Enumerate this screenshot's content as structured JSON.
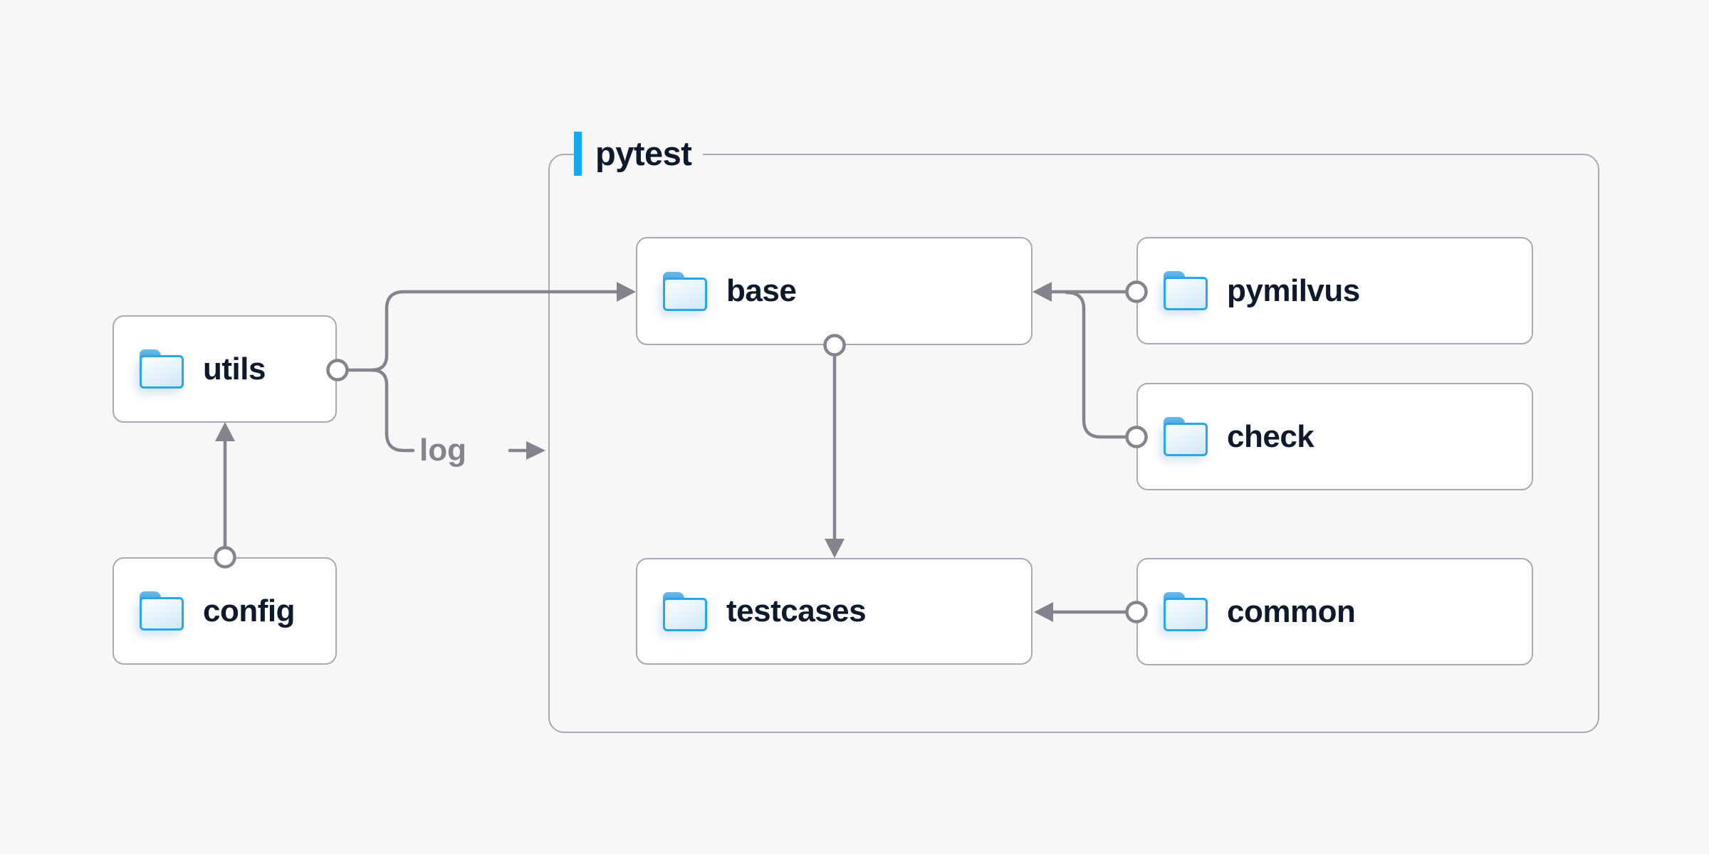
{
  "diagram": {
    "group": {
      "label": "pytest"
    },
    "nodes": [
      {
        "id": "utils",
        "label": "utils",
        "icon": "folder"
      },
      {
        "id": "config",
        "label": "config",
        "icon": "folder"
      },
      {
        "id": "base",
        "label": "base",
        "icon": "folder"
      },
      {
        "id": "pymilvus",
        "label": "pymilvus",
        "icon": "folder"
      },
      {
        "id": "check",
        "label": "check",
        "icon": "folder"
      },
      {
        "id": "testcases",
        "label": "testcases",
        "icon": "folder"
      },
      {
        "id": "common",
        "label": "common",
        "icon": "folder"
      }
    ],
    "edges": [
      {
        "from": "config",
        "to": "utils",
        "label": ""
      },
      {
        "from": "utils",
        "to": "base",
        "label": ""
      },
      {
        "from": "utils",
        "to": "pytest",
        "label": "log"
      },
      {
        "from": "base",
        "to": "testcases",
        "label": ""
      },
      {
        "from": "pymilvus",
        "to": "base",
        "label": ""
      },
      {
        "from": "check",
        "to": "base",
        "label": ""
      },
      {
        "from": "common",
        "to": "testcases",
        "label": ""
      }
    ],
    "edge_label_log": "log",
    "colors": {
      "background": "#f7f7f8",
      "node_fill": "#ffffff",
      "node_border": "#a9a9b4",
      "connector": "#84848e",
      "text": "#0e1a2b",
      "accent_blue": "#14a9f0",
      "folder_blue": "#28a7eb"
    }
  }
}
